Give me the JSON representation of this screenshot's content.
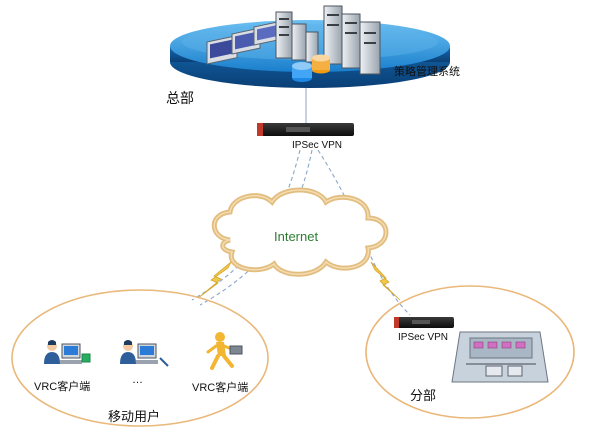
{
  "headquarters": {
    "label": "总部",
    "policy_system_label": "策略管理系统",
    "vpn_device_label": "IPSec VPN"
  },
  "internet": {
    "label": "Internet"
  },
  "mobile_users": {
    "label": "移动用户",
    "client_1_label": "VRC客户端",
    "ellipsis": "…",
    "client_2_label": "VRC客户端"
  },
  "branch": {
    "label": "分部",
    "vpn_device_label": "IPSec VPN"
  },
  "colors": {
    "platform_top": "#2a8fd6",
    "platform_edge": "#0f5fa5",
    "ellipse_stroke": "#e9b87a",
    "cloud_stroke": "#e2bd7f",
    "lightning": "#f2c84b",
    "tunnel_line": "#8aa7c8",
    "internet_text": "#2e7d32"
  }
}
